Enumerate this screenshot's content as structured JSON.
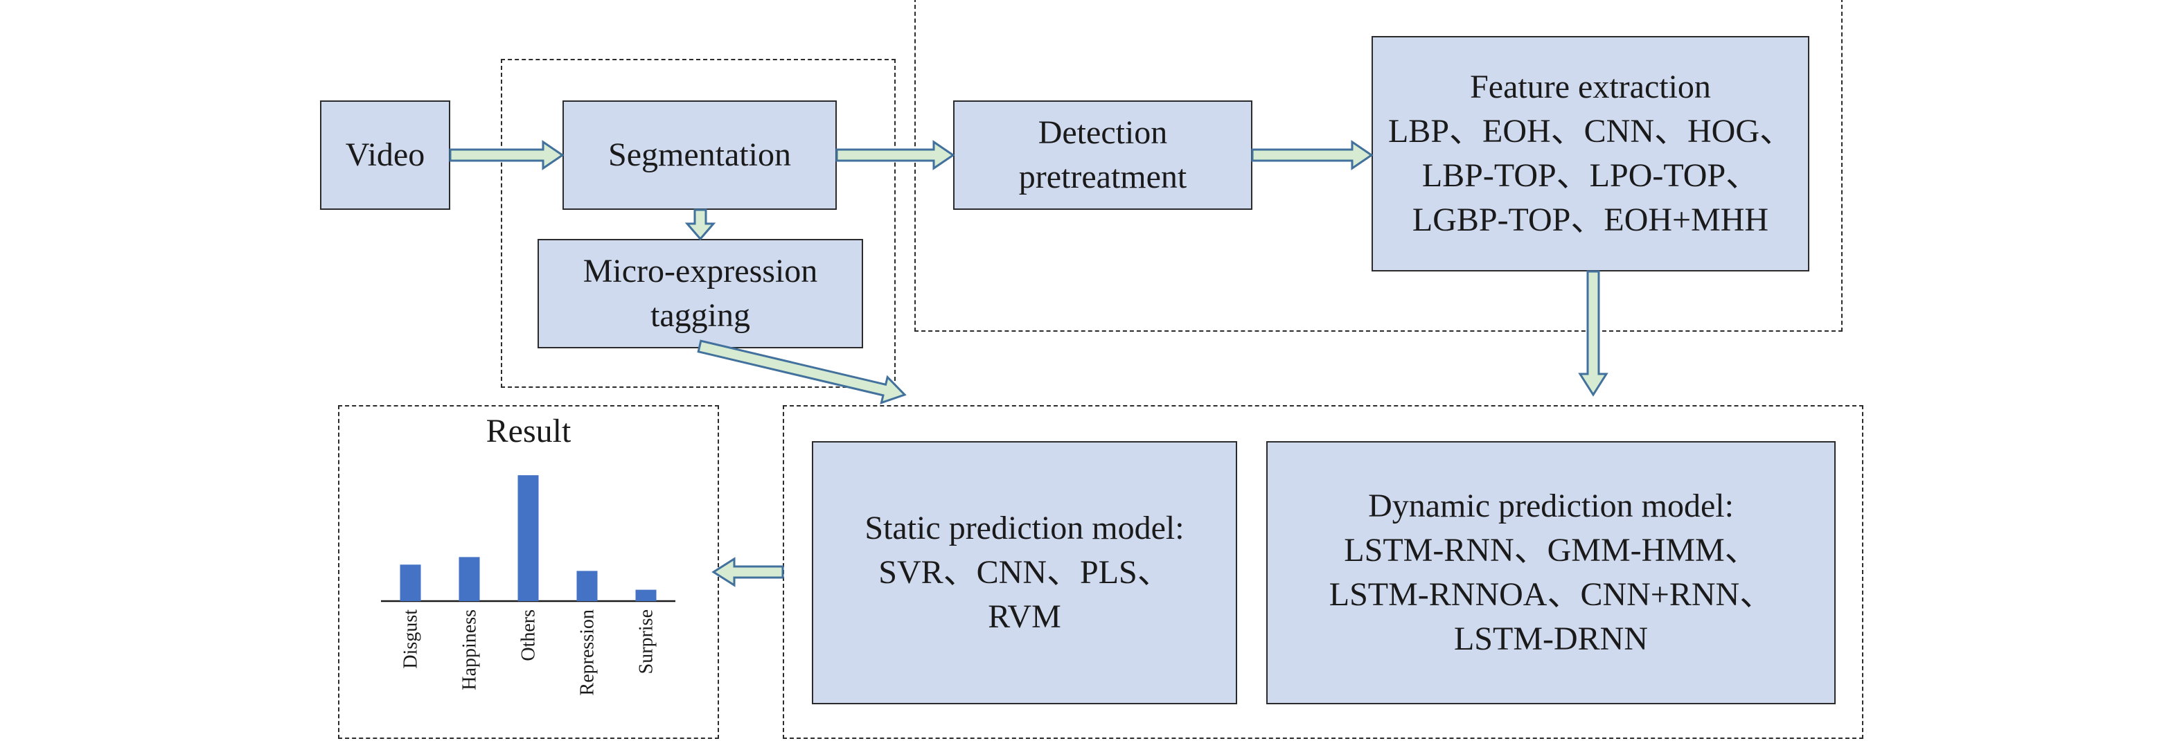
{
  "nodes": {
    "video": "Video",
    "segmentation": "Segmentation",
    "tagging": [
      "Micro-expression",
      "tagging"
    ],
    "detection": [
      "Detection",
      "pretreatment"
    ],
    "feature": [
      "Feature extraction",
      "LBP、EOH、CNN、HOG、",
      "LBP-TOP、LPO-TOP、",
      "LGBP-TOP、EOH+MHH"
    ],
    "static_model": [
      "Static prediction model:",
      "SVR、CNN、PLS、",
      "RVM"
    ],
    "dynamic_model": [
      "Dynamic prediction model:",
      "LSTM-RNN、GMM-HMM、",
      "LSTM-RNNOA、CNN+RNN、",
      "LSTM-DRNN"
    ]
  },
  "result": {
    "title": "Result"
  },
  "colors": {
    "box_fill": "#d0daef",
    "arrow_fill": "#d6ebd2",
    "arrow_stroke": "#41719c",
    "bar_fill": "#4472c4"
  },
  "chart_data": {
    "type": "bar",
    "title": "Result",
    "categories": [
      "Disgust",
      "Happiness",
      "Others",
      "Repression",
      "Surprise"
    ],
    "values": [
      0.29,
      0.35,
      1.0,
      0.24,
      0.09
    ],
    "xlabel": "",
    "ylabel": "",
    "ylim": [
      0,
      1.1
    ],
    "grid": false
  }
}
